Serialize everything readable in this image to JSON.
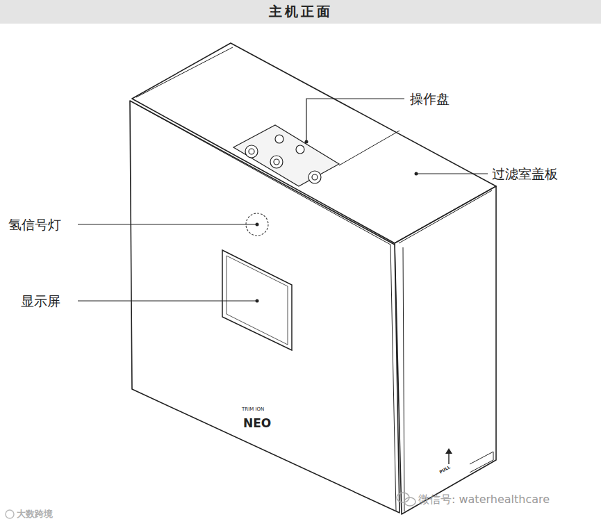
{
  "diagram": {
    "title": "主机正面",
    "labels": [
      "操作盘",
      "过滤室盖板",
      "氢信号灯",
      "显示屏",
      "TRIM ION",
      "NEO",
      "PULL",
      "微信号: waterhealthcare",
      "大数跨境"
    ]
  }
}
